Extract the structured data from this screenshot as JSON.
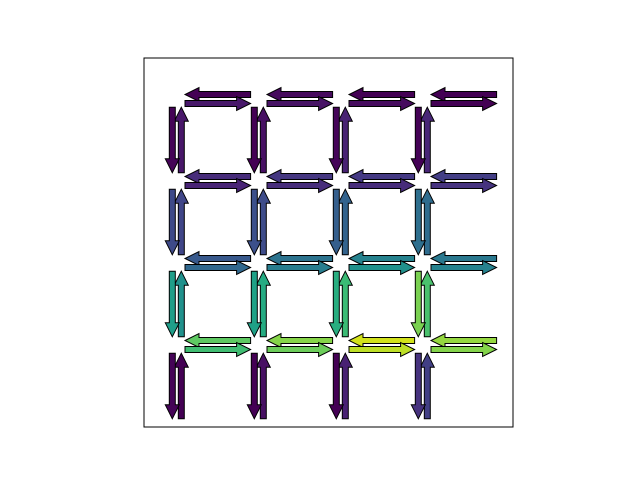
{
  "chart_data": {
    "type": "quiver",
    "title": "",
    "xlabel": "",
    "ylabel": "",
    "xlim": [
      -0.5,
      4.0
    ],
    "ylim": [
      -4.0,
      0.5
    ],
    "axis_ticks_visible": false,
    "grid": false,
    "legend": "none",
    "arrow_edge_color": "#000000",
    "colormap": "viridis",
    "arrows": [
      {
        "x": 0.0,
        "y": 0.0,
        "dx": 0.8,
        "dy": 0.0,
        "reverse_color": "#440154",
        "forward_color": "#48186a"
      },
      {
        "x": 1.0,
        "y": 0.0,
        "dx": 0.8,
        "dy": 0.0,
        "reverse_color": "#460a5d",
        "forward_color": "#471365"
      },
      {
        "x": 2.0,
        "y": 0.0,
        "dx": 0.8,
        "dy": 0.0,
        "reverse_color": "#440154",
        "forward_color": "#460b5e"
      },
      {
        "x": 3.0,
        "y": 0.0,
        "dx": 0.8,
        "dy": 0.0,
        "reverse_color": "#440154",
        "forward_color": "#440154"
      },
      {
        "x": -0.1,
        "y": -0.1,
        "dx": 0.0,
        "dy": -0.8,
        "reverse_color": "#481769",
        "forward_color": "#450457"
      },
      {
        "x": 0.9,
        "y": -0.1,
        "dx": 0.0,
        "dy": -0.8,
        "reverse_color": "#471063",
        "forward_color": "#440154"
      },
      {
        "x": 1.9,
        "y": -0.1,
        "dx": 0.0,
        "dy": -0.8,
        "reverse_color": "#482273",
        "forward_color": "#450559"
      },
      {
        "x": 2.9,
        "y": -0.1,
        "dx": 0.0,
        "dy": -0.8,
        "reverse_color": "#482677",
        "forward_color": "#440256"
      },
      {
        "x": 0.0,
        "y": -1.0,
        "dx": 0.8,
        "dy": 0.0,
        "reverse_color": "#472c7a",
        "forward_color": "#482475"
      },
      {
        "x": 1.0,
        "y": -1.0,
        "dx": 0.8,
        "dy": 0.0,
        "reverse_color": "#453781",
        "forward_color": "#472d7b"
      },
      {
        "x": 2.0,
        "y": -1.0,
        "dx": 0.8,
        "dy": 0.0,
        "reverse_color": "#443983",
        "forward_color": "#472c7a"
      },
      {
        "x": 3.0,
        "y": -1.0,
        "dx": 0.8,
        "dy": 0.0,
        "reverse_color": "#433e85",
        "forward_color": "#46337f"
      },
      {
        "x": -0.1,
        "y": -1.1,
        "dx": 0.0,
        "dy": -0.8,
        "reverse_color": "#404688",
        "forward_color": "#3e4a89"
      },
      {
        "x": 0.9,
        "y": -1.1,
        "dx": 0.0,
        "dy": -0.8,
        "reverse_color": "#3e4c8a",
        "forward_color": "#3c508b"
      },
      {
        "x": 1.9,
        "y": -1.1,
        "dx": 0.0,
        "dy": -0.8,
        "reverse_color": "#33638d",
        "forward_color": "#355f8d"
      },
      {
        "x": 2.9,
        "y": -1.1,
        "dx": 0.0,
        "dy": -0.8,
        "reverse_color": "#2f6c8e",
        "forward_color": "#2e6f8e"
      },
      {
        "x": 0.0,
        "y": -2.0,
        "dx": 0.8,
        "dy": 0.0,
        "reverse_color": "#38598c",
        "forward_color": "#31688e"
      },
      {
        "x": 1.0,
        "y": -2.0,
        "dx": 0.8,
        "dy": 0.0,
        "reverse_color": "#2c738e",
        "forward_color": "#287d8e"
      },
      {
        "x": 2.0,
        "y": -2.0,
        "dx": 0.8,
        "dy": 0.0,
        "reverse_color": "#26828e",
        "forward_color": "#21918c"
      },
      {
        "x": 3.0,
        "y": -2.0,
        "dx": 0.8,
        "dy": 0.0,
        "reverse_color": "#2a788e",
        "forward_color": "#26828e"
      },
      {
        "x": -0.1,
        "y": -2.1,
        "dx": 0.0,
        "dy": -0.8,
        "reverse_color": "#21918c",
        "forward_color": "#1f9e89"
      },
      {
        "x": 0.9,
        "y": -2.1,
        "dx": 0.0,
        "dy": -0.8,
        "reverse_color": "#25ab82",
        "forward_color": "#1fa187"
      },
      {
        "x": 1.9,
        "y": -2.1,
        "dx": 0.0,
        "dy": -0.8,
        "reverse_color": "#3bbb75",
        "forward_color": "#28ae80"
      },
      {
        "x": 2.9,
        "y": -2.1,
        "dx": 0.0,
        "dy": -0.8,
        "reverse_color": "#4ac16d",
        "forward_color": "#7ad151"
      },
      {
        "x": 0.0,
        "y": -3.0,
        "dx": 0.8,
        "dy": 0.0,
        "reverse_color": "#5ec962",
        "forward_color": "#40bd72"
      },
      {
        "x": 1.0,
        "y": -3.0,
        "dx": 0.8,
        "dy": 0.0,
        "reverse_color": "#86d549",
        "forward_color": "#6ccd5a"
      },
      {
        "x": 2.0,
        "y": -3.0,
        "dx": 0.8,
        "dy": 0.0,
        "reverse_color": "#d2e21b",
        "forward_color": "#bddf26"
      },
      {
        "x": 3.0,
        "y": -3.0,
        "dx": 0.8,
        "dy": 0.0,
        "reverse_color": "#95d840",
        "forward_color": "#84d44b"
      },
      {
        "x": -0.1,
        "y": -3.1,
        "dx": 0.0,
        "dy": -0.8,
        "reverse_color": "#440154",
        "forward_color": "#450457"
      },
      {
        "x": 0.9,
        "y": -3.1,
        "dx": 0.0,
        "dy": -0.8,
        "reverse_color": "#471063",
        "forward_color": "#440154"
      },
      {
        "x": 1.9,
        "y": -3.1,
        "dx": 0.0,
        "dy": -0.8,
        "reverse_color": "#482173",
        "forward_color": "#440154"
      },
      {
        "x": 2.9,
        "y": -3.1,
        "dx": 0.0,
        "dy": -0.8,
        "reverse_color": "#423f85",
        "forward_color": "#46327e"
      }
    ]
  }
}
